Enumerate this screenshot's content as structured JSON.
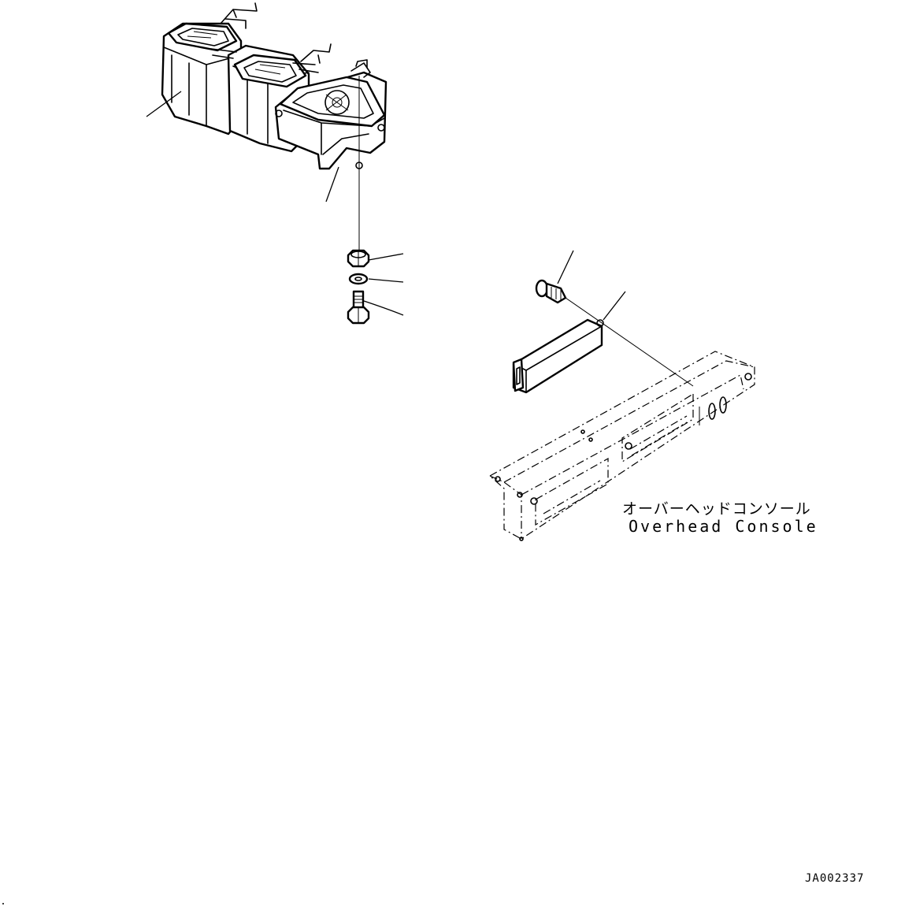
{
  "labels": {
    "console_jp": "オーバーヘッドコンソール",
    "console_en": "Overhead Console",
    "drawing_id": "JA002337"
  },
  "colors": {
    "line": "#000000",
    "background": "#ffffff"
  },
  "icons": [
    "duct-assembly",
    "flange-nut",
    "washer",
    "hex-bolt",
    "clip-screw",
    "control-unit",
    "overhead-console-bracket"
  ]
}
